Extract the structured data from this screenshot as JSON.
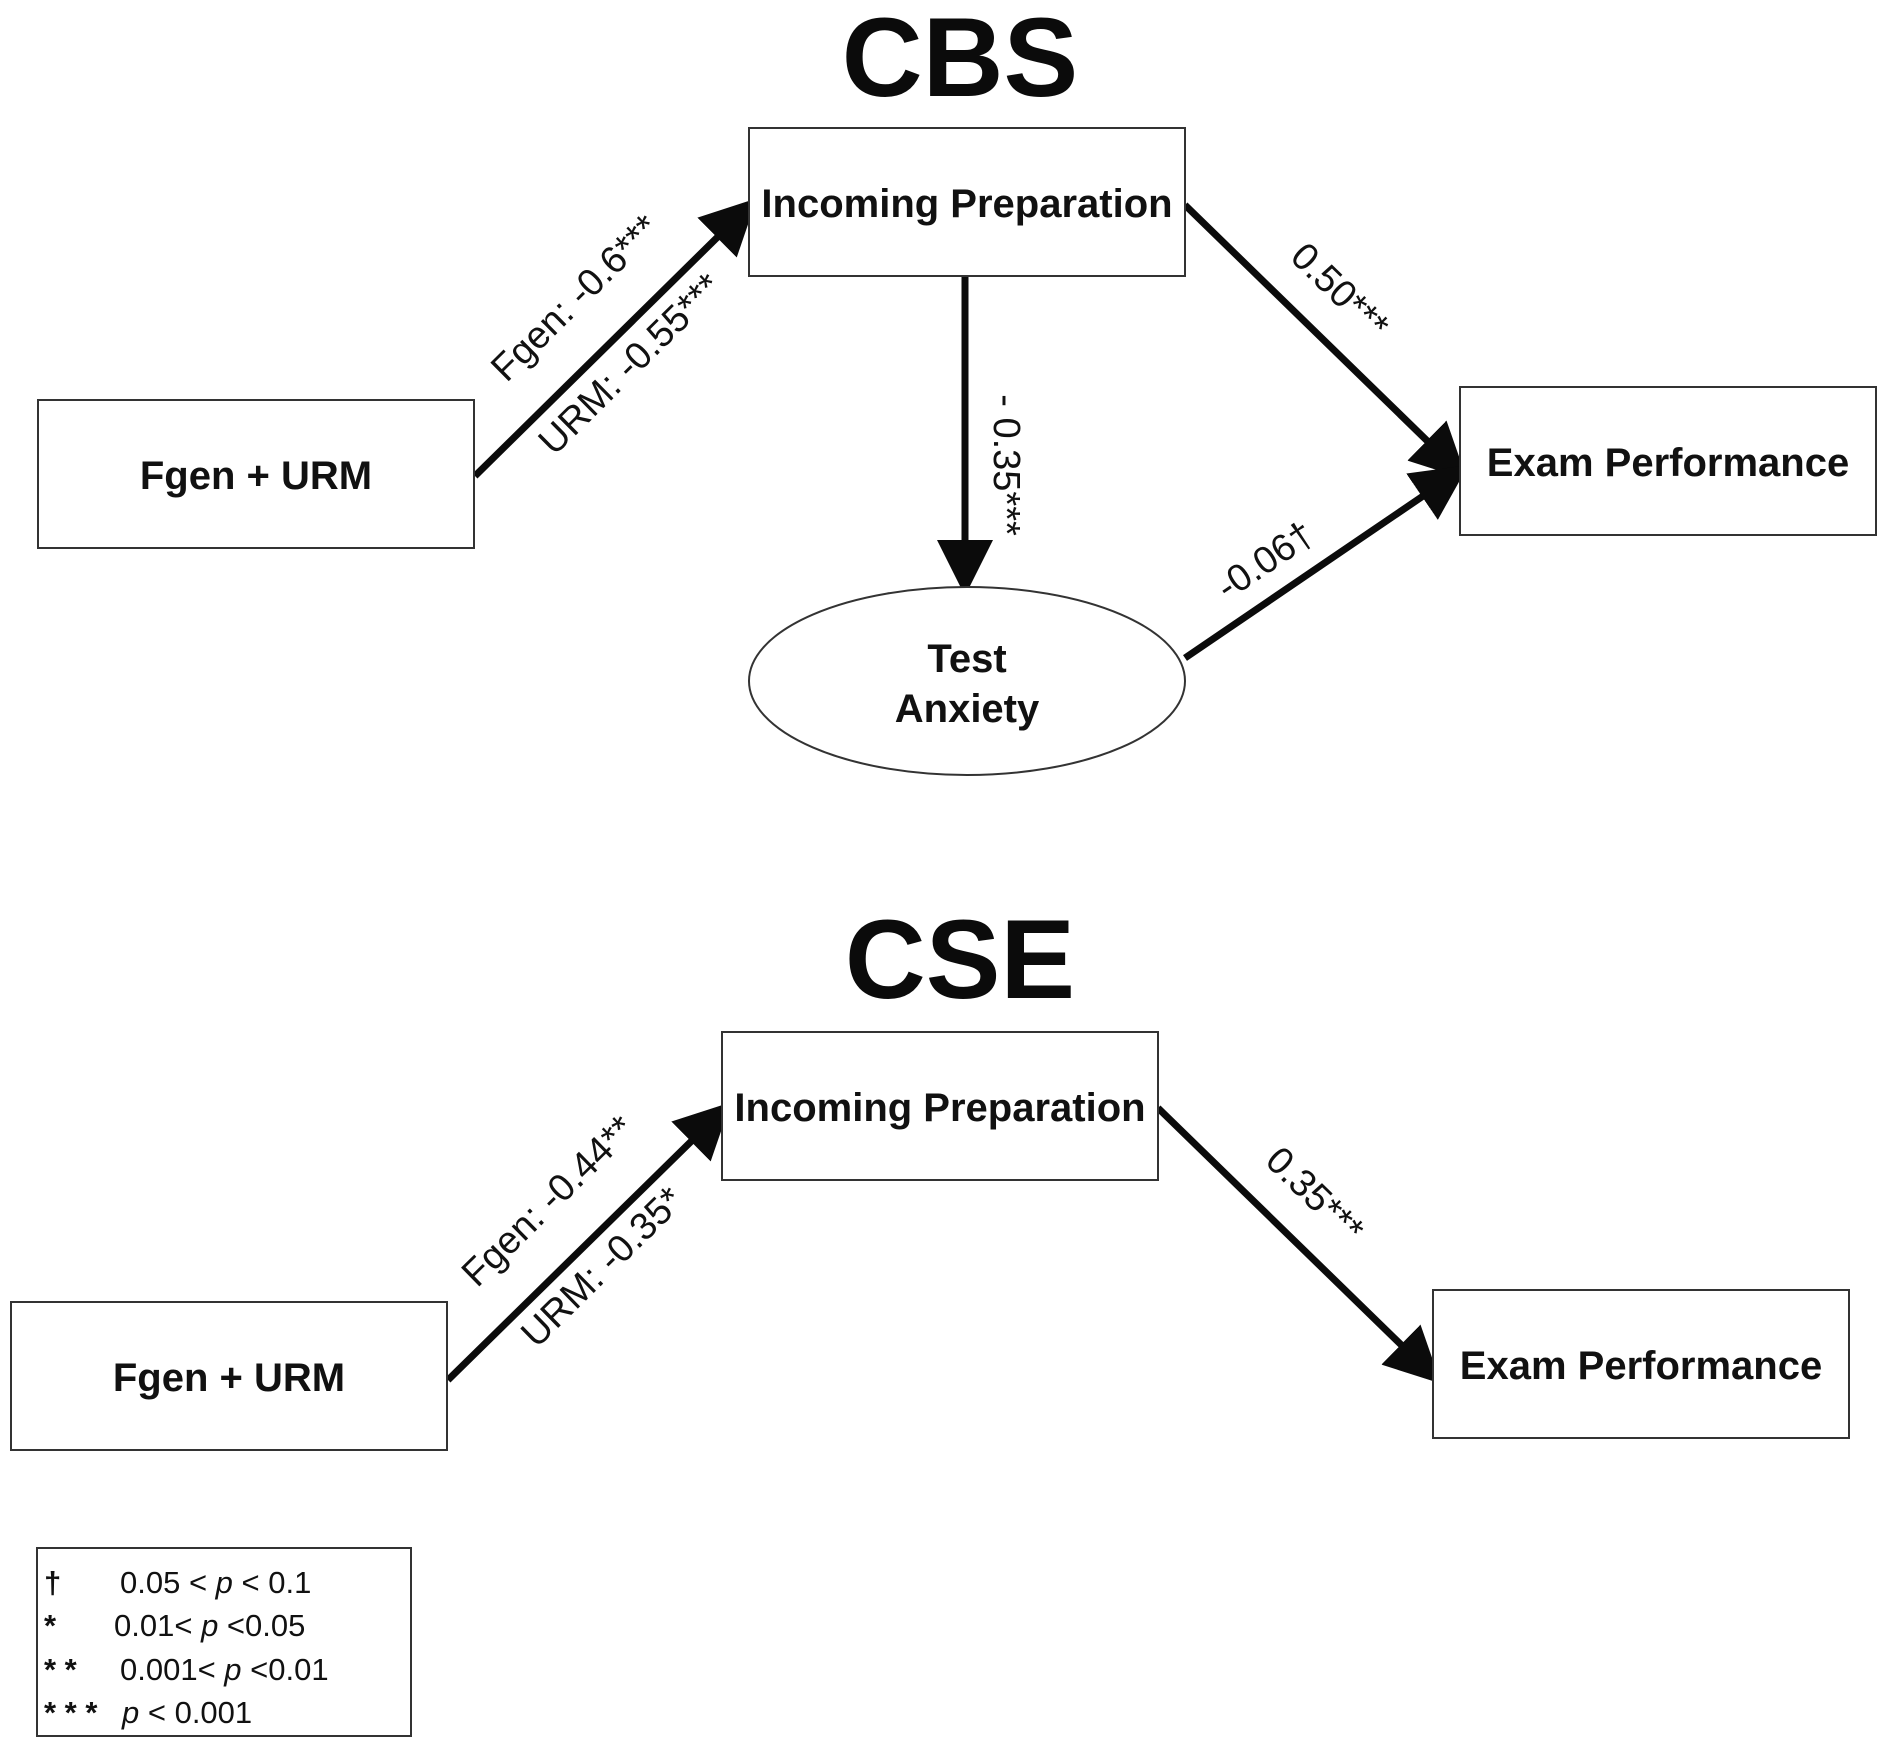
{
  "cbs": {
    "title": "CBS",
    "nodes": {
      "fgen_urm": "Fgen + URM",
      "incoming_preparation": "Incoming Preparation",
      "exam_performance": "Exam Performance",
      "test_anxiety_line1": "Test",
      "test_anxiety_line2": "Anxiety"
    },
    "edges": {
      "fgen_to_prep": "Fgen: -0.6***",
      "urm_to_prep": "URM: -0.55***",
      "prep_to_exam": "0.50***",
      "prep_to_anxiety": "- 0.35***",
      "anxiety_to_exam": "-0.06†"
    }
  },
  "cse": {
    "title": "CSE",
    "nodes": {
      "fgen_urm": "Fgen + URM",
      "incoming_preparation": "Incoming Preparation",
      "exam_performance": "Exam Performance"
    },
    "edges": {
      "fgen_to_prep": "Fgen: -0.44**",
      "urm_to_prep": "URM: -0.35*",
      "prep_to_exam": "0.35***"
    }
  },
  "legend": [
    {
      "symbol": "†",
      "p_lower": "0.05 < ",
      "p": "p",
      "p_upper": " < 0.1"
    },
    {
      "symbol": "*",
      "p_lower": "0.01< ",
      "p": "p",
      "p_upper": " <0.05"
    },
    {
      "symbol": "* *",
      "p_lower": "0.001< ",
      "p": "p",
      "p_upper": " <0.01"
    },
    {
      "symbol": "* * *",
      "p_lower": "",
      "p": "p",
      "p_upper": " < 0.001"
    }
  ]
}
